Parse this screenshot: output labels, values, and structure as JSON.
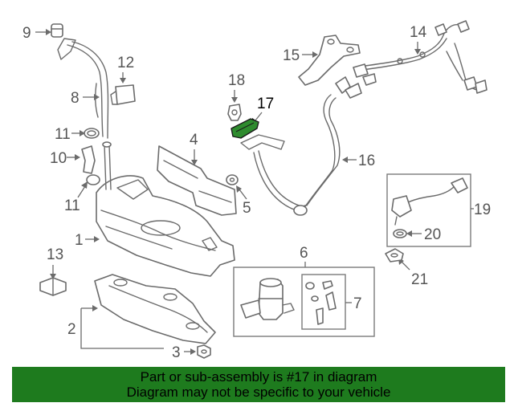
{
  "callouts": {
    "c1": "1",
    "c2": "2",
    "c3": "3",
    "c4": "4",
    "c5": "5",
    "c6": "6",
    "c7": "7",
    "c8": "8",
    "c9": "9",
    "c10": "10",
    "c11a": "11",
    "c11b": "11",
    "c12": "12",
    "c13": "13",
    "c14": "14",
    "c15": "15",
    "c16": "16",
    "c17": "17",
    "c18": "18",
    "c19": "19",
    "c20": "20",
    "c21": "21"
  },
  "highlight": {
    "part": "17",
    "color": "#2e8b2e"
  },
  "banner": {
    "line1": "Part or sub-assembly is #17 in diagram",
    "line2": "Diagram may not be specific to your vehicle",
    "background": "#1e7b1e"
  }
}
